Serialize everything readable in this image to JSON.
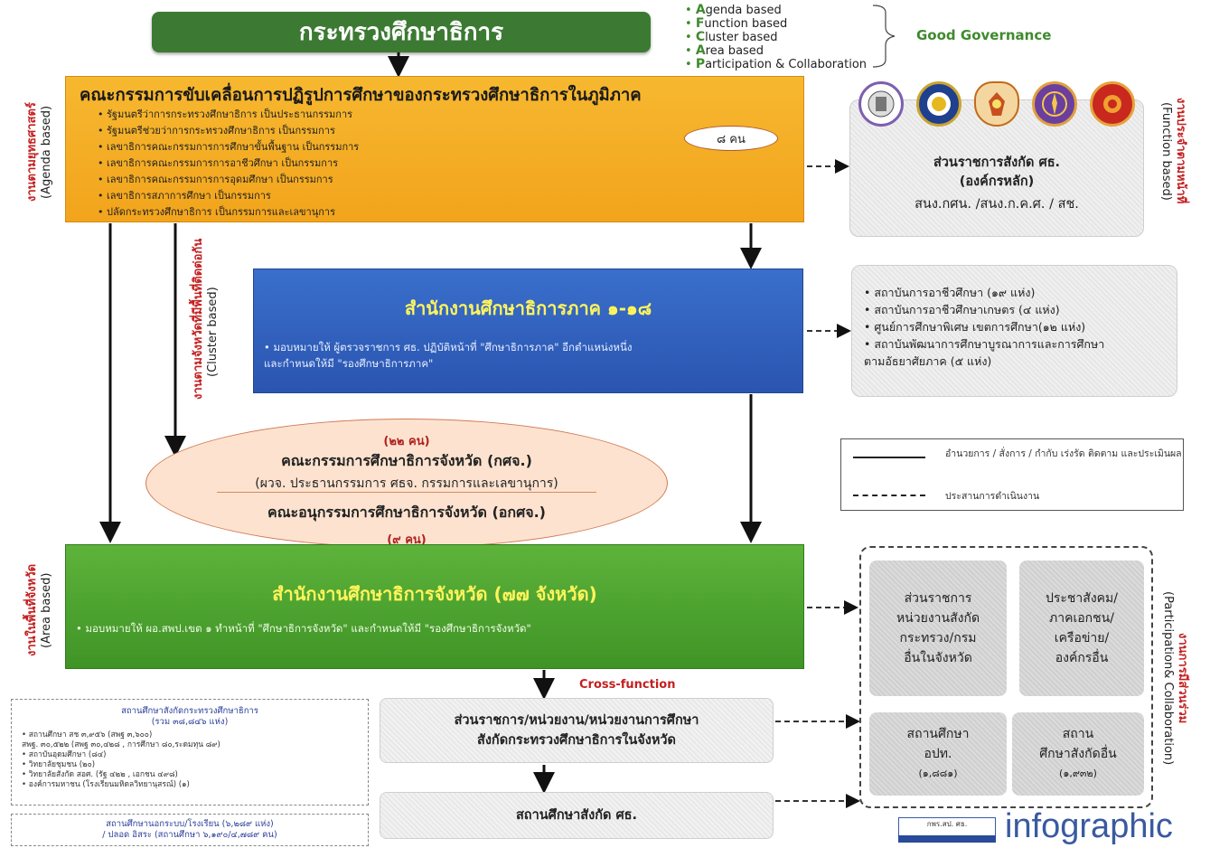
{
  "ministry": {
    "title": "กระทรวงศึกษาธิการ"
  },
  "governance": {
    "items": [
      {
        "initial": "A",
        "rest": "genda based"
      },
      {
        "initial": "F",
        "rest": "unction based"
      },
      {
        "initial": "C",
        "rest": "luster based"
      },
      {
        "initial": "A",
        "rest": "rea based"
      },
      {
        "initial": "P",
        "rest": "articipation & Collaboration"
      }
    ],
    "label": "Good Governance"
  },
  "side_labels": {
    "agenda_th": "งานตามยุทธศาสตร์",
    "agenda_en": "(Agenda based)",
    "cluster_th": "งานตามจังหวัดที่มีพื้นที่ติดต่อกัน",
    "cluster_en": "(Cluster based)",
    "area_th": "งานในพื้นที่จังหวัด",
    "area_en": "(Area based)",
    "function_th": "งานประจำตามหน้าที่",
    "function_en": "(Function based)",
    "participation_th": "งานการมีส่วนร่วม",
    "participation_en": "(Participation& Collaboration)"
  },
  "committee": {
    "title": "คณะกรรมการขับเคลื่อนการปฏิรูปการศึกษาของกระทรวงศึกษาธิการในภูมิภาค",
    "members": [
      "•  รัฐมนตรีว่าการกระทรวงศึกษาธิการ เป็นประธานกรรมการ",
      "•  รัฐมนตรีช่วยว่าการกระทรวงศึกษาธิการ เป็นกรรมการ",
      "•  เลขาธิการคณะกรรมการการศึกษาขั้นพื้นฐาน เป็นกรรมการ",
      "•  เลขาธิการคณะกรรมการการอาชีวศึกษา เป็นกรรมการ",
      "•  เลขาธิการคณะกรรมการการอุดมศึกษา เป็นกรรมการ",
      "•  เลขาธิการสภาการศึกษา เป็นกรรมการ",
      "•  ปลัดกระทรวงศึกษาธิการ เป็นกรรมการและเลขานุการ"
    ],
    "count": "๘ คน"
  },
  "agency": {
    "title_line1": "ส่วนราชการสังกัด ศธ.",
    "title_line2": "(องค์กรหลัก)",
    "subtitle": "สนง.กศน. /สนง.ก.ค.ศ. / สช."
  },
  "region": {
    "title": "สำนักงานศึกษาธิการภาค ๑-๑๘",
    "desc_line1": "•  มอบหมายให้ ผู้ตรวจราชการ ศธ. ปฏิบัติหน้าที่ \"ศึกษาธิการภาค\"  อีกตำแหน่งหนึ่ง",
    "desc_line2": "    และกำหนดให้มี \"รองศึกษาธิการภาค\""
  },
  "institutions": [
    "•  สถาบันการอาชีวศึกษา (๑๙ แห่ง)",
    "•  สถาบันการอาชีวศึกษาเกษตร (๔ แห่ง)",
    "•  ศูนย์การศึกษาพิเศษ เขตการศึกษา(๑๒ แห่ง)",
    "•  สถาบันพัฒนาการศึกษาบูรณาการและการศึกษา",
    "    ตามอัธยาศัยภาค (๕ แห่ง)"
  ],
  "provincial_committee": {
    "count_top": "(๒๒ คน)",
    "title": "คณะกรรมการศึกษาธิการจังหวัด (กศจ.)",
    "subtitle": "(ผวจ. ประธานกรรมการ  ศธจ. กรรมการและเลขานุการ)",
    "sub_title": "คณะอนุกรรมการศึกษาธิการจังหวัด (อกศจ.)",
    "count_bottom": "(๙ คน)"
  },
  "legend": {
    "solid": "อำนวยการ / สั่งการ / กำกับ เร่งรัด ติดตาม และประเมินผล",
    "dashed": "ประสานการดำเนินงาน"
  },
  "province": {
    "title": "สำนักงานศึกษาธิการจังหวัด  (๗๗ จังหวัด)",
    "desc": "•  มอบหมายให้ ผอ.สพป.เขต ๑   ทำหน้าที่ \"ศึกษาธิการจังหวัด\"  และกำหนดให้มี \"รองศึกษาธิการจังหวัด\""
  },
  "participation": {
    "box1": [
      "ส่วนราชการ",
      "หน่วยงานสังกัด",
      "กระทรวง/กรม",
      "อื่นในจังหวัด"
    ],
    "box2": [
      "ประชาสังคม/",
      "ภาคเอกชน/",
      "เครือข่าย/",
      "องค์กรอื่น"
    ],
    "box3": [
      "สถานศึกษา",
      "อปท."
    ],
    "box3_count": "(๑,๘๘๑)",
    "box4": [
      "สถาน",
      "ศึกษาสังกัดอื่น"
    ],
    "box4_count": "(๑,๙๓๒)"
  },
  "cross_function": "Cross-function",
  "bottom": {
    "box1_line1": "ส่วนราชการ/หน่วยงาน/หน่วยงานการศึกษา",
    "box1_line2": "สังกัดกระทรวงศึกษาธิการในจังหวัด",
    "box2": "สถานศึกษาสังกัด ศธ."
  },
  "stats": {
    "title_line1": "สถานศึกษาสังกัดกระทรวงศึกษาธิการ",
    "title_line2": "(รวม ๓๘,๘๔๖ แห่ง)",
    "items": [
      "•  สถานศึกษา สช ๓,๙๕๖ (สพฐ ๓,๖๐๐)",
      "   สพฐ. ๓๐,๕๒๒ (สพฐ ๓๐,๔๒๘ , การศึกษา ๘๐,ระดมทุน ๘๙)",
      "•  สถาบันอุดมศึกษา (๘๔)",
      "•  วิทยาลัยชุมชน (๒๐)",
      "•  วิทยาลัยสังกัด สอศ. (รัฐ ๔๒๒ , เอกชน ๔๙๘)",
      "•  องค์การมหาชน (โรงเรียนมหิดลวิทยานุสรณ์) (๑)"
    ],
    "box2_line1": "สถานศึกษานอกระบบ/โรงเรียน (๖,๒๘๙ แห่ง)",
    "box2_line2": "/ ปลอด อิสระ (สถานศึกษา ๖,๑๙๐/๔,๗๘๙ คน)"
  },
  "footer": {
    "logo_text": "กพร.สป. ศธ.",
    "brand": "infographic"
  },
  "colors": {
    "ministry": "#3c7a33",
    "committee": "#f2a41c",
    "region": "#2a55b0",
    "province": "#3f9426",
    "accent_red": "#c41f1f",
    "governance_green": "#3f8a2e"
  }
}
